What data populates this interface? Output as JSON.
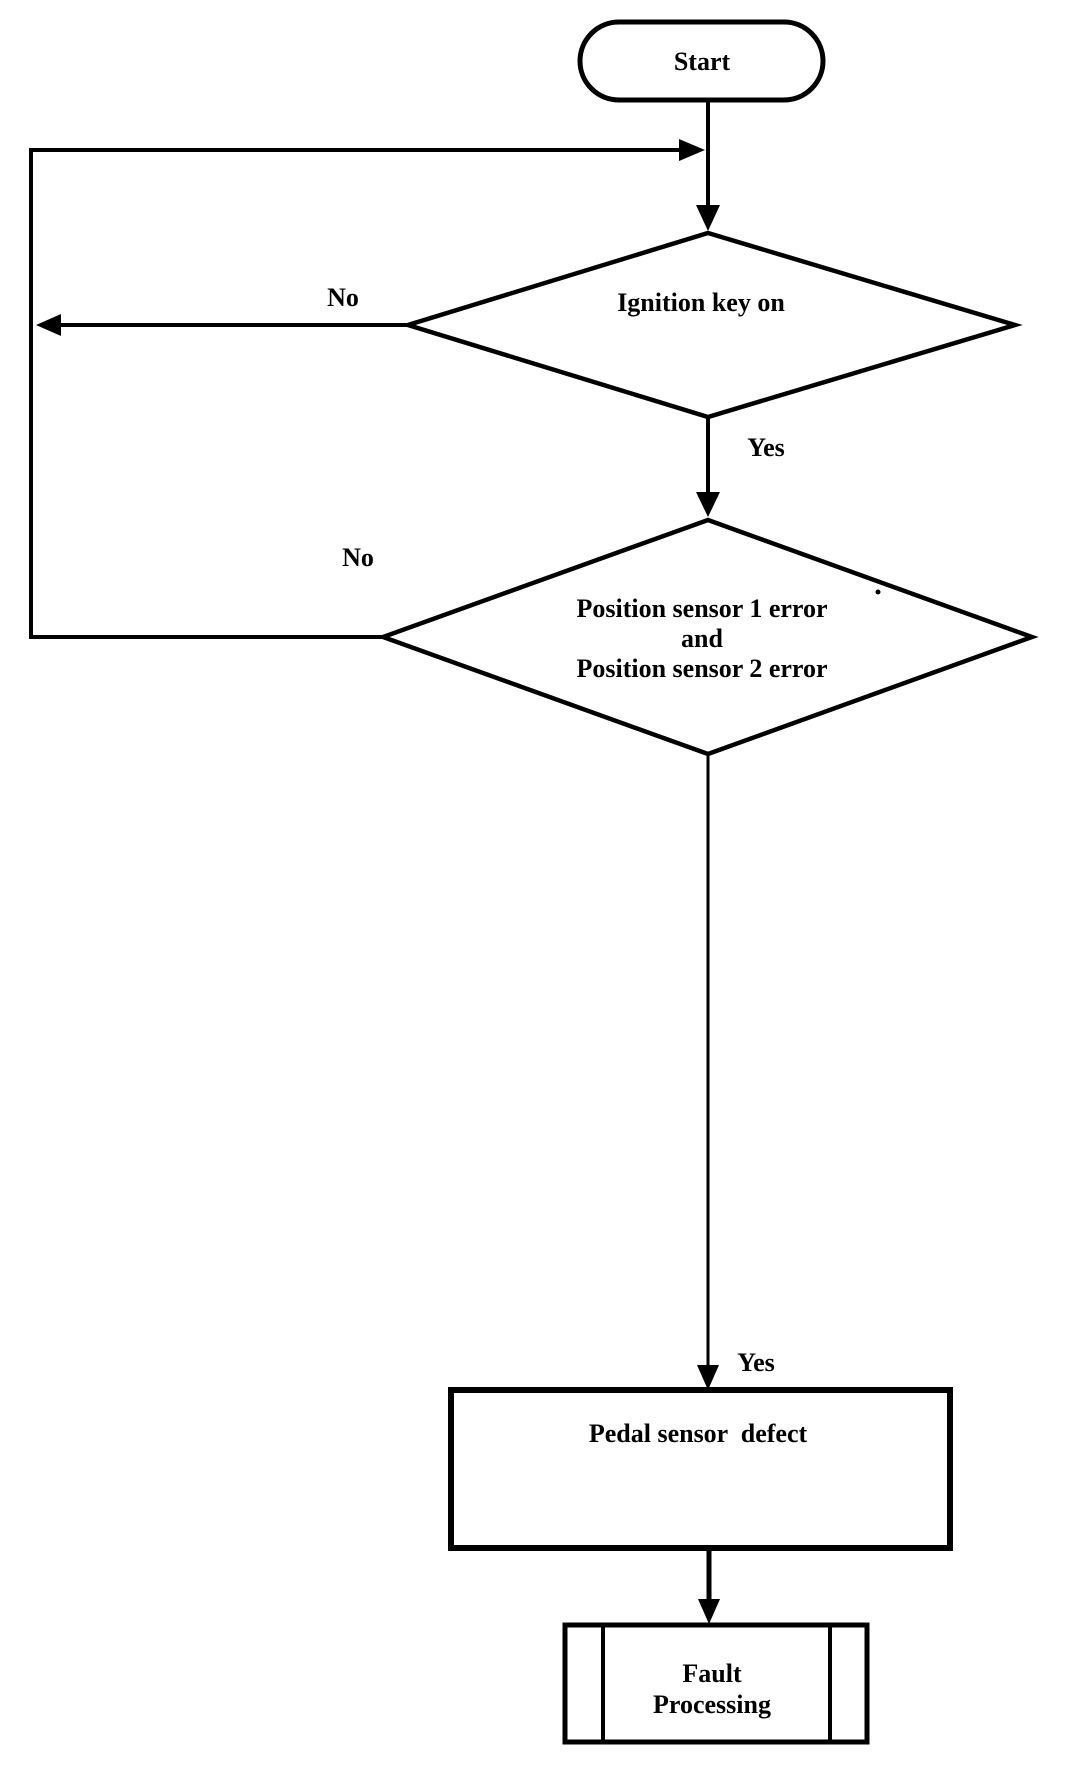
{
  "flowchart": {
    "background_color": "#ffffff",
    "line_color": "#000000",
    "nodes": {
      "start": {
        "type": "terminator",
        "label": "Start"
      },
      "ignition_decision": {
        "type": "decision",
        "label": "Ignition key on"
      },
      "position_sensor_decision": {
        "type": "decision",
        "label_line1": "Position sensor 1 error",
        "label_line2": "and",
        "label_line3": "Position sensor 2 error"
      },
      "pedal_sensor_defect": {
        "type": "process",
        "label": "Pedal sensor  defect"
      },
      "fault_processing": {
        "type": "predefined_process",
        "label_line1": "Fault",
        "label_line2": "Processing"
      }
    },
    "edges": {
      "ignition_no": {
        "label": "No"
      },
      "ignition_yes": {
        "label": "Yes"
      },
      "position_no": {
        "label": "No"
      },
      "position_yes": {
        "label": "Yes"
      }
    }
  }
}
